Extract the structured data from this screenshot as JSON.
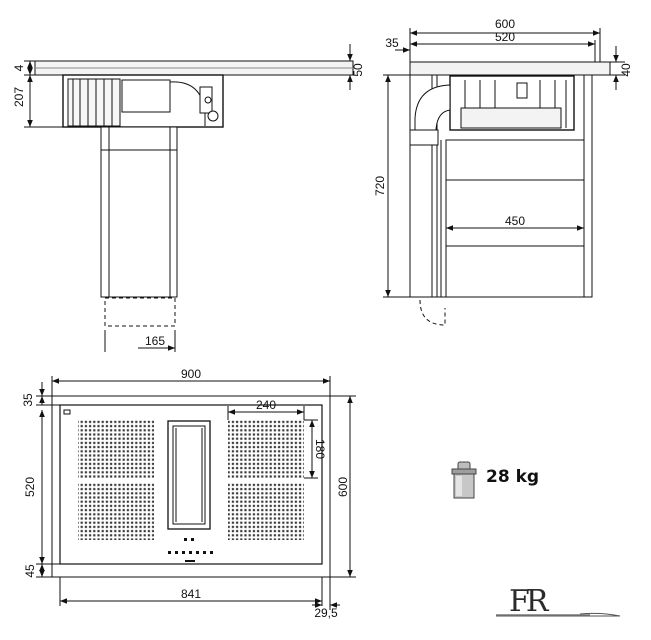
{
  "side_view": {
    "dimensions": {
      "top_thickness": "4",
      "depth_below_top": "207",
      "duct_width": "165"
    }
  },
  "front_view": {
    "dimensions": {
      "overall_width": "600",
      "inner_width": "520",
      "left_offset": "35",
      "top_thickness": "40",
      "right_marker": "50",
      "cabinet_height": "720",
      "drawer_width": "450"
    }
  },
  "top_view": {
    "dimensions": {
      "overall_width": "900",
      "overall_depth": "600",
      "top_margin": "35",
      "zone_depth": "520",
      "bottom_margin": "45",
      "zone_width": "240",
      "zone_height": "180",
      "cutout_width": "841",
      "right_offset": "29,5"
    }
  },
  "weight": {
    "value": "28 kg",
    "icon": "weight-icon"
  },
  "logo": {
    "text": "FR",
    "icon": "brand-logo"
  }
}
